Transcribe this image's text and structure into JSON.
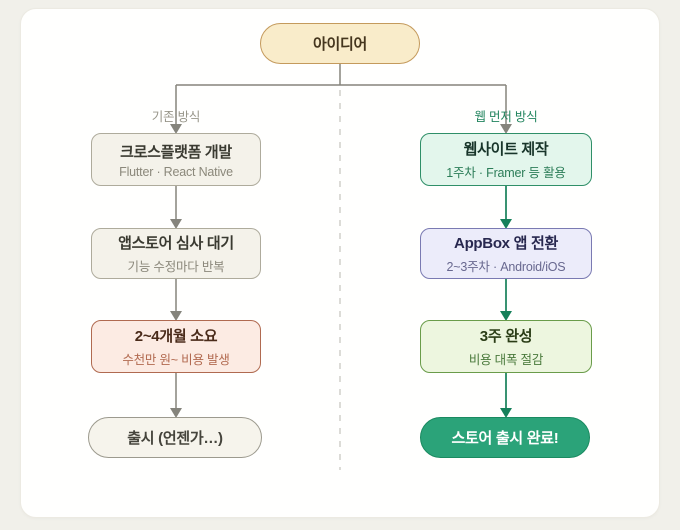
{
  "page": {
    "background_color": "#f1f0ea",
    "card_background_color": "#fffffe"
  },
  "flow": {
    "start": {
      "label": "아이디어"
    },
    "branches": {
      "left": {
        "label": "기존 방식",
        "label_color": "#98968a",
        "arrow_color": "#85847c"
      },
      "right": {
        "label": "웹 먼저 방식",
        "label_color": "#23855f",
        "arrow_color": "#16805a"
      }
    },
    "left_nodes": [
      {
        "title": "크로스플랫폼 개발",
        "subtitle": "Flutter · React Native",
        "style": "neutral"
      },
      {
        "title": "앱스토어 심사 대기",
        "subtitle": "기능 수정마다 반복",
        "style": "neutral"
      },
      {
        "title": "2~4개월 소요",
        "subtitle": "수천만 원~ 비용 발생",
        "style": "warning"
      },
      {
        "title": "출시 (언젠가…)",
        "subtitle": "",
        "style": "neutral-pill"
      }
    ],
    "right_nodes": [
      {
        "title": "웹사이트 제작",
        "subtitle": "1주차 · Framer 등 활용",
        "style": "mint"
      },
      {
        "title": "AppBox 앱 전환",
        "subtitle": "2~3주차 · Android/iOS",
        "style": "lavender"
      },
      {
        "title": "3주 완성",
        "subtitle": "비용 대폭 절감",
        "style": "lightgreen"
      },
      {
        "title": "스토어 출시 완료!",
        "subtitle": "",
        "style": "success-pill"
      }
    ],
    "colors": {
      "start_fill": "#f9ecca",
      "start_border": "#c49a5c",
      "neutral_fill": "#f4f2ea",
      "neutral_border": "#aeab9c",
      "warning_fill": "#fcebe3",
      "warning_border": "#b06a50",
      "mint_fill": "#e3f6ec",
      "mint_border": "#2f8f68",
      "lavender_fill": "#ececfa",
      "lavender_border": "#7a7ab2",
      "lightgreen_fill": "#edf6df",
      "lightgreen_border": "#6a9c4a",
      "success_fill": "#2ba379",
      "success_border": "#1a8a60",
      "gray_arrow": "#85847c",
      "green_arrow": "#16805a",
      "dashed_divider": "#c9c8c2"
    }
  }
}
